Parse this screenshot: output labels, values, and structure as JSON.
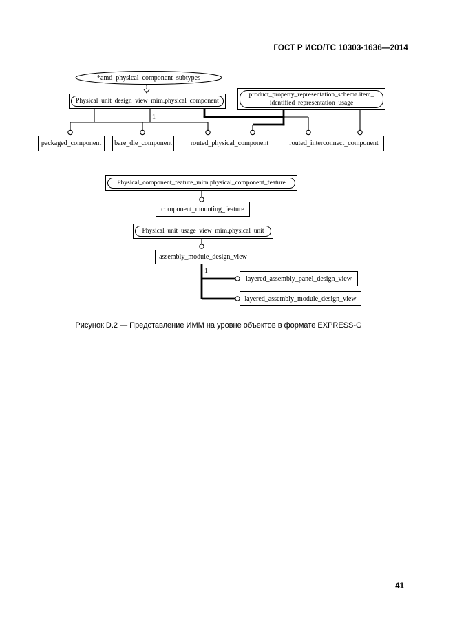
{
  "page_header": {
    "standard_code": "ГОСТ Р ИСО/ТС 10303-1636—2014"
  },
  "figure_caption": "Рисунок D.2 — Представление ИММ на уровне объектов в формате EXPRESS-G",
  "page_number": "41",
  "diagram": {
    "supertype_ellipse": "*amd_physical_component_subtypes",
    "cardinality_top": "1",
    "cardinality_bottom": "1",
    "line_color": "#000000",
    "background": "#ffffff",
    "boxes": {
      "physical_unit_design_view": "Physical_unit_design_view_mim.physical_component",
      "product_property_line1": "product_property_representation_schema.item_",
      "product_property_line2": "identified_representation_usage",
      "packaged_component": "packaged_component",
      "bare_die_component": "bare_die_component",
      "routed_physical_component": "routed_physical_component",
      "routed_interconnect_component": "routed_interconnect_component",
      "physical_component_feature": "Physical_component_feature_mim.physical_component_feature",
      "component_mounting_feature": "component_mounting_feature",
      "physical_unit_usage_view": "Physical_unit_usage_view_mim.physical_unit",
      "assembly_module_design_view": "assembly_module_design_view",
      "layered_assembly_panel_design_view": "layered_assembly_panel_design_view",
      "layered_assembly_module_design_view": "layered_assembly_module_design_view"
    }
  }
}
